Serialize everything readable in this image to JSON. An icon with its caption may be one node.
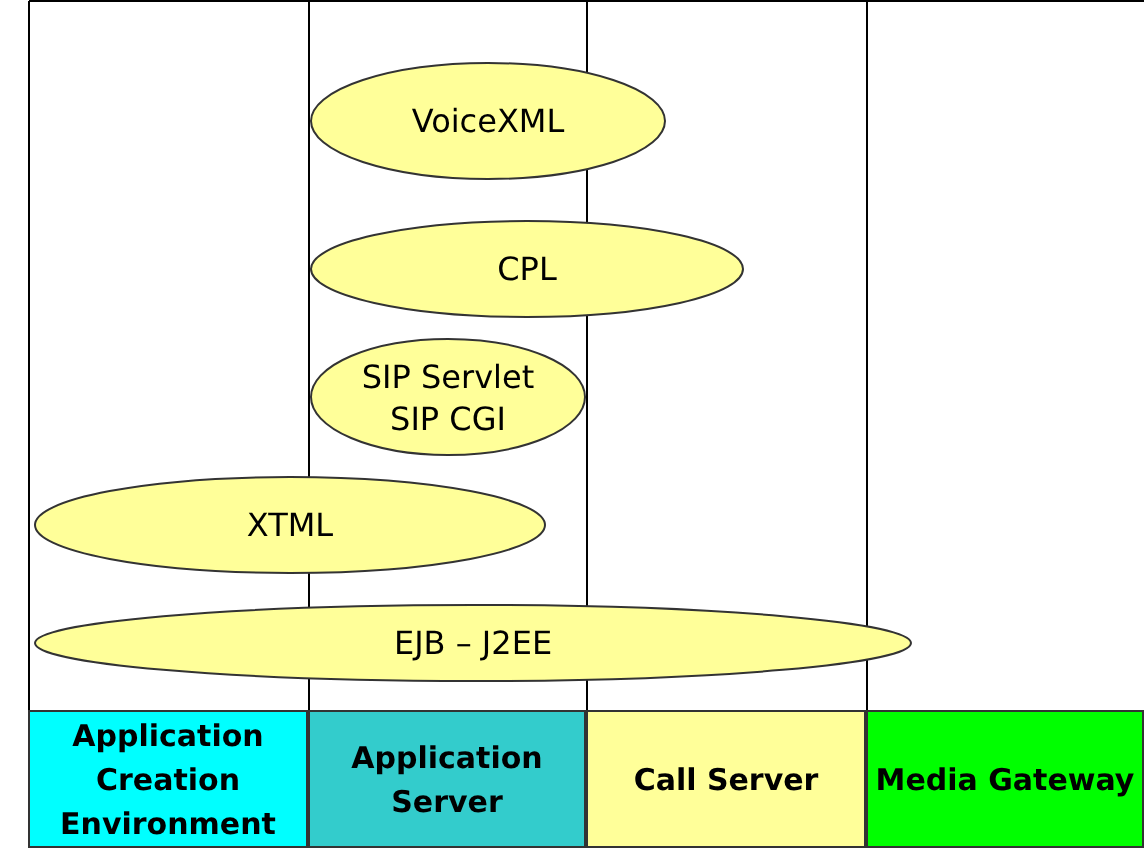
{
  "diagram": {
    "nodes": [
      {
        "text": [
          "VoiceXML"
        ]
      },
      {
        "text": [
          "CPL"
        ]
      },
      {
        "text": [
          "SIP Servlet SIP CGI"
        ]
      },
      {
        "text": [
          "XTML"
        ]
      },
      {
        "text": [
          "EJB – J2EE"
        ]
      },
      {
        "text": [
          "Application Creation Environment"
        ]
      },
      {
        "text": [
          "Application Server"
        ]
      },
      {
        "text": [
          "Call Server"
        ]
      },
      {
        "text": [
          "Media Gateway"
        ]
      }
    ]
  }
}
